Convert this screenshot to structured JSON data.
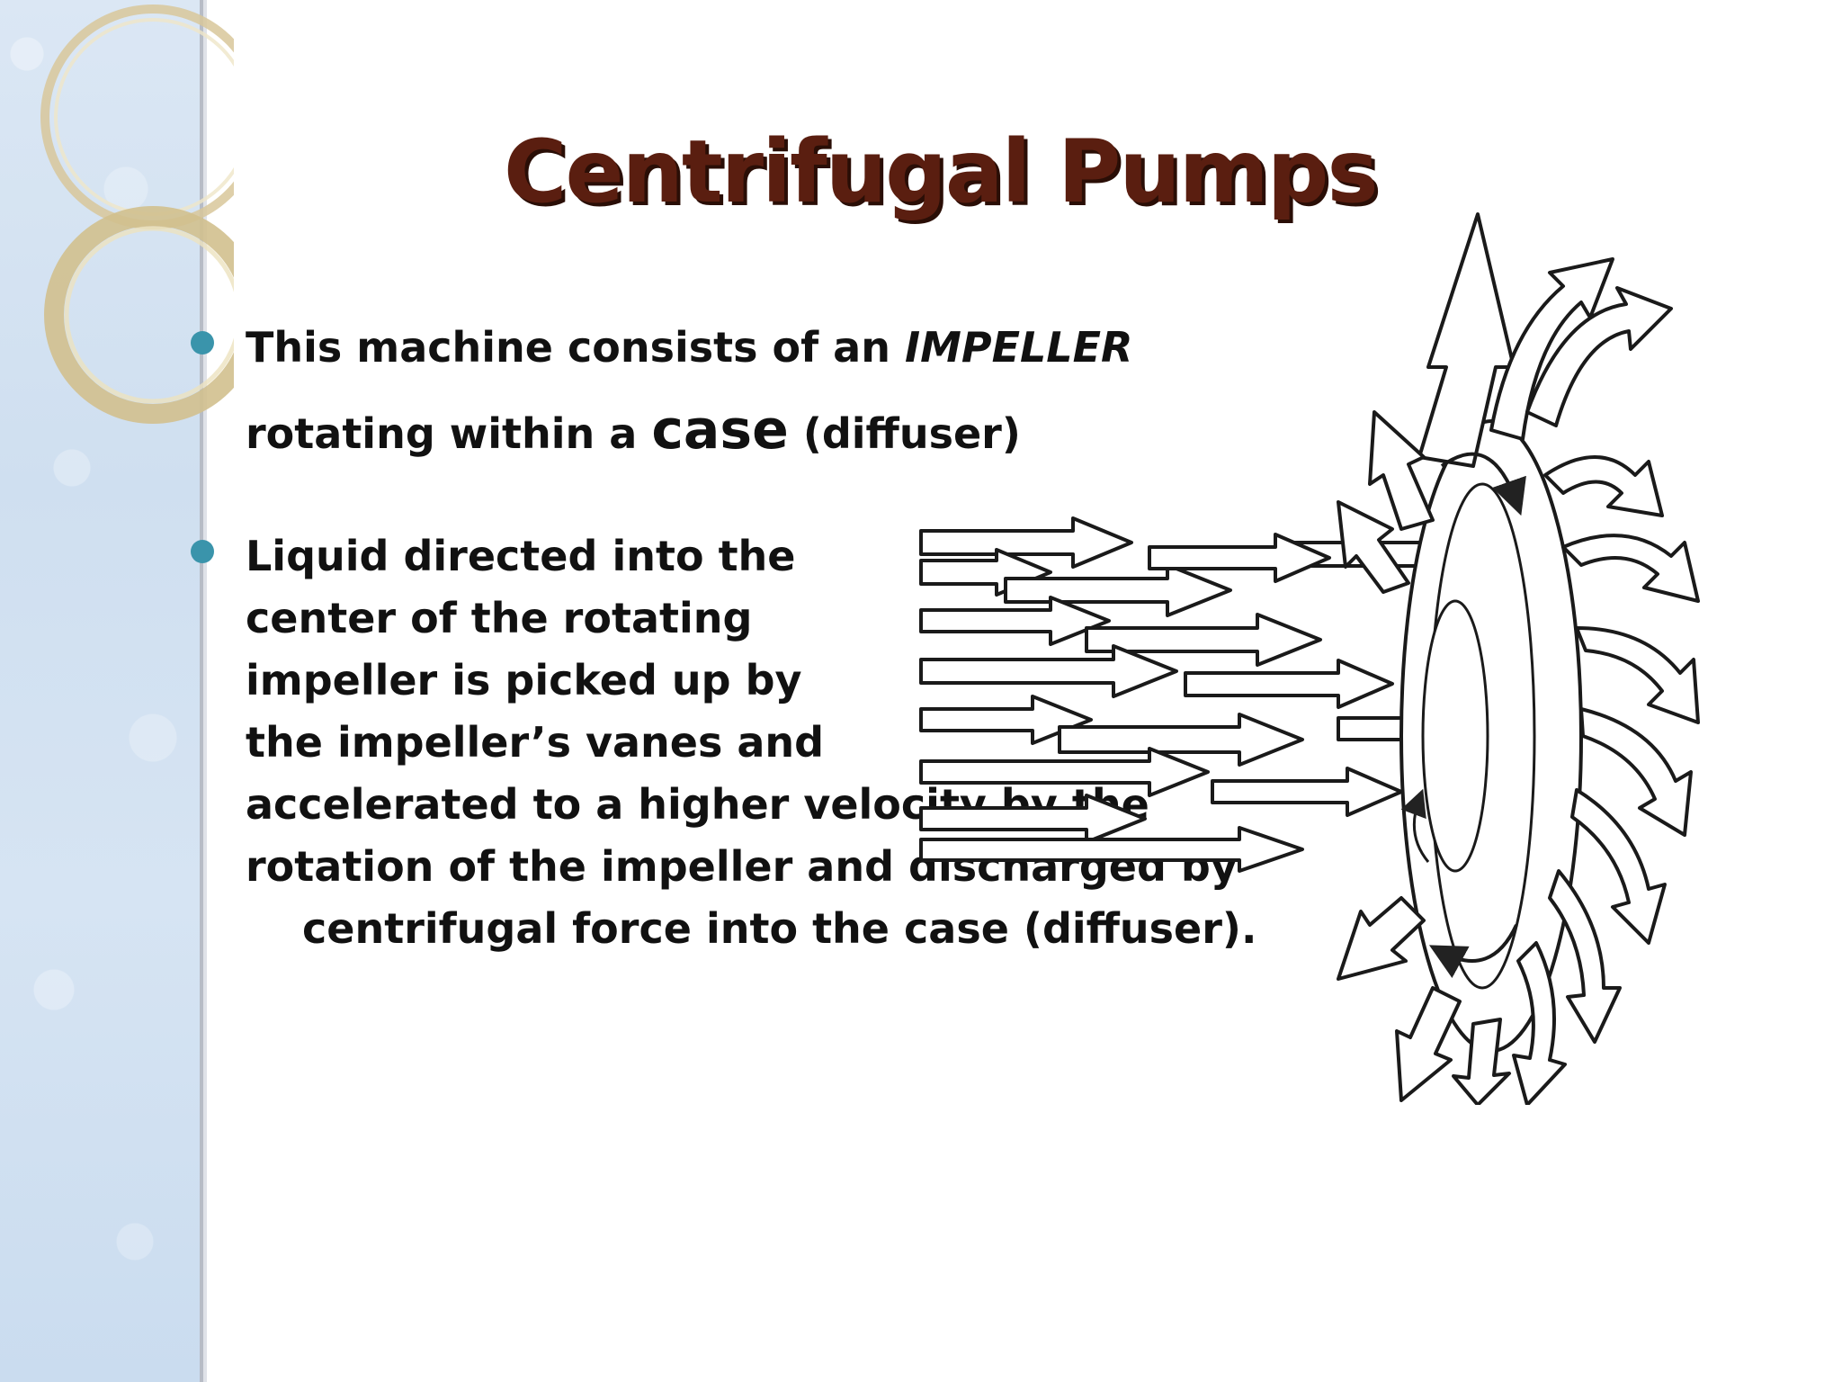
{
  "slide": {
    "title": "Centrifugal Pumps",
    "bullets": [
      {
        "line1_pre": "This machine consists of an ",
        "line1_em": "IMPELLER",
        "line2_pre": "rotating within a ",
        "line2_big": "case",
        "line2_post": " (diffuser)"
      },
      {
        "lines": [
          "Liquid directed into the",
          "center  of the rotating",
          "impeller is picked up by",
          "the impeller’s vanes and",
          "accelerated to a higher velocity by the",
          "rotation of the impeller and discharged by",
          "centrifugal force into the case (diffuser)."
        ]
      }
    ]
  },
  "colors": {
    "title": "#5a1e10",
    "title_shadow": "#2a0e06",
    "bullet": "#3a94ab",
    "side_band": "#d3e2f2",
    "ring": "#d8c79a"
  },
  "figure": {
    "icon": "impeller-flow-diagram"
  }
}
